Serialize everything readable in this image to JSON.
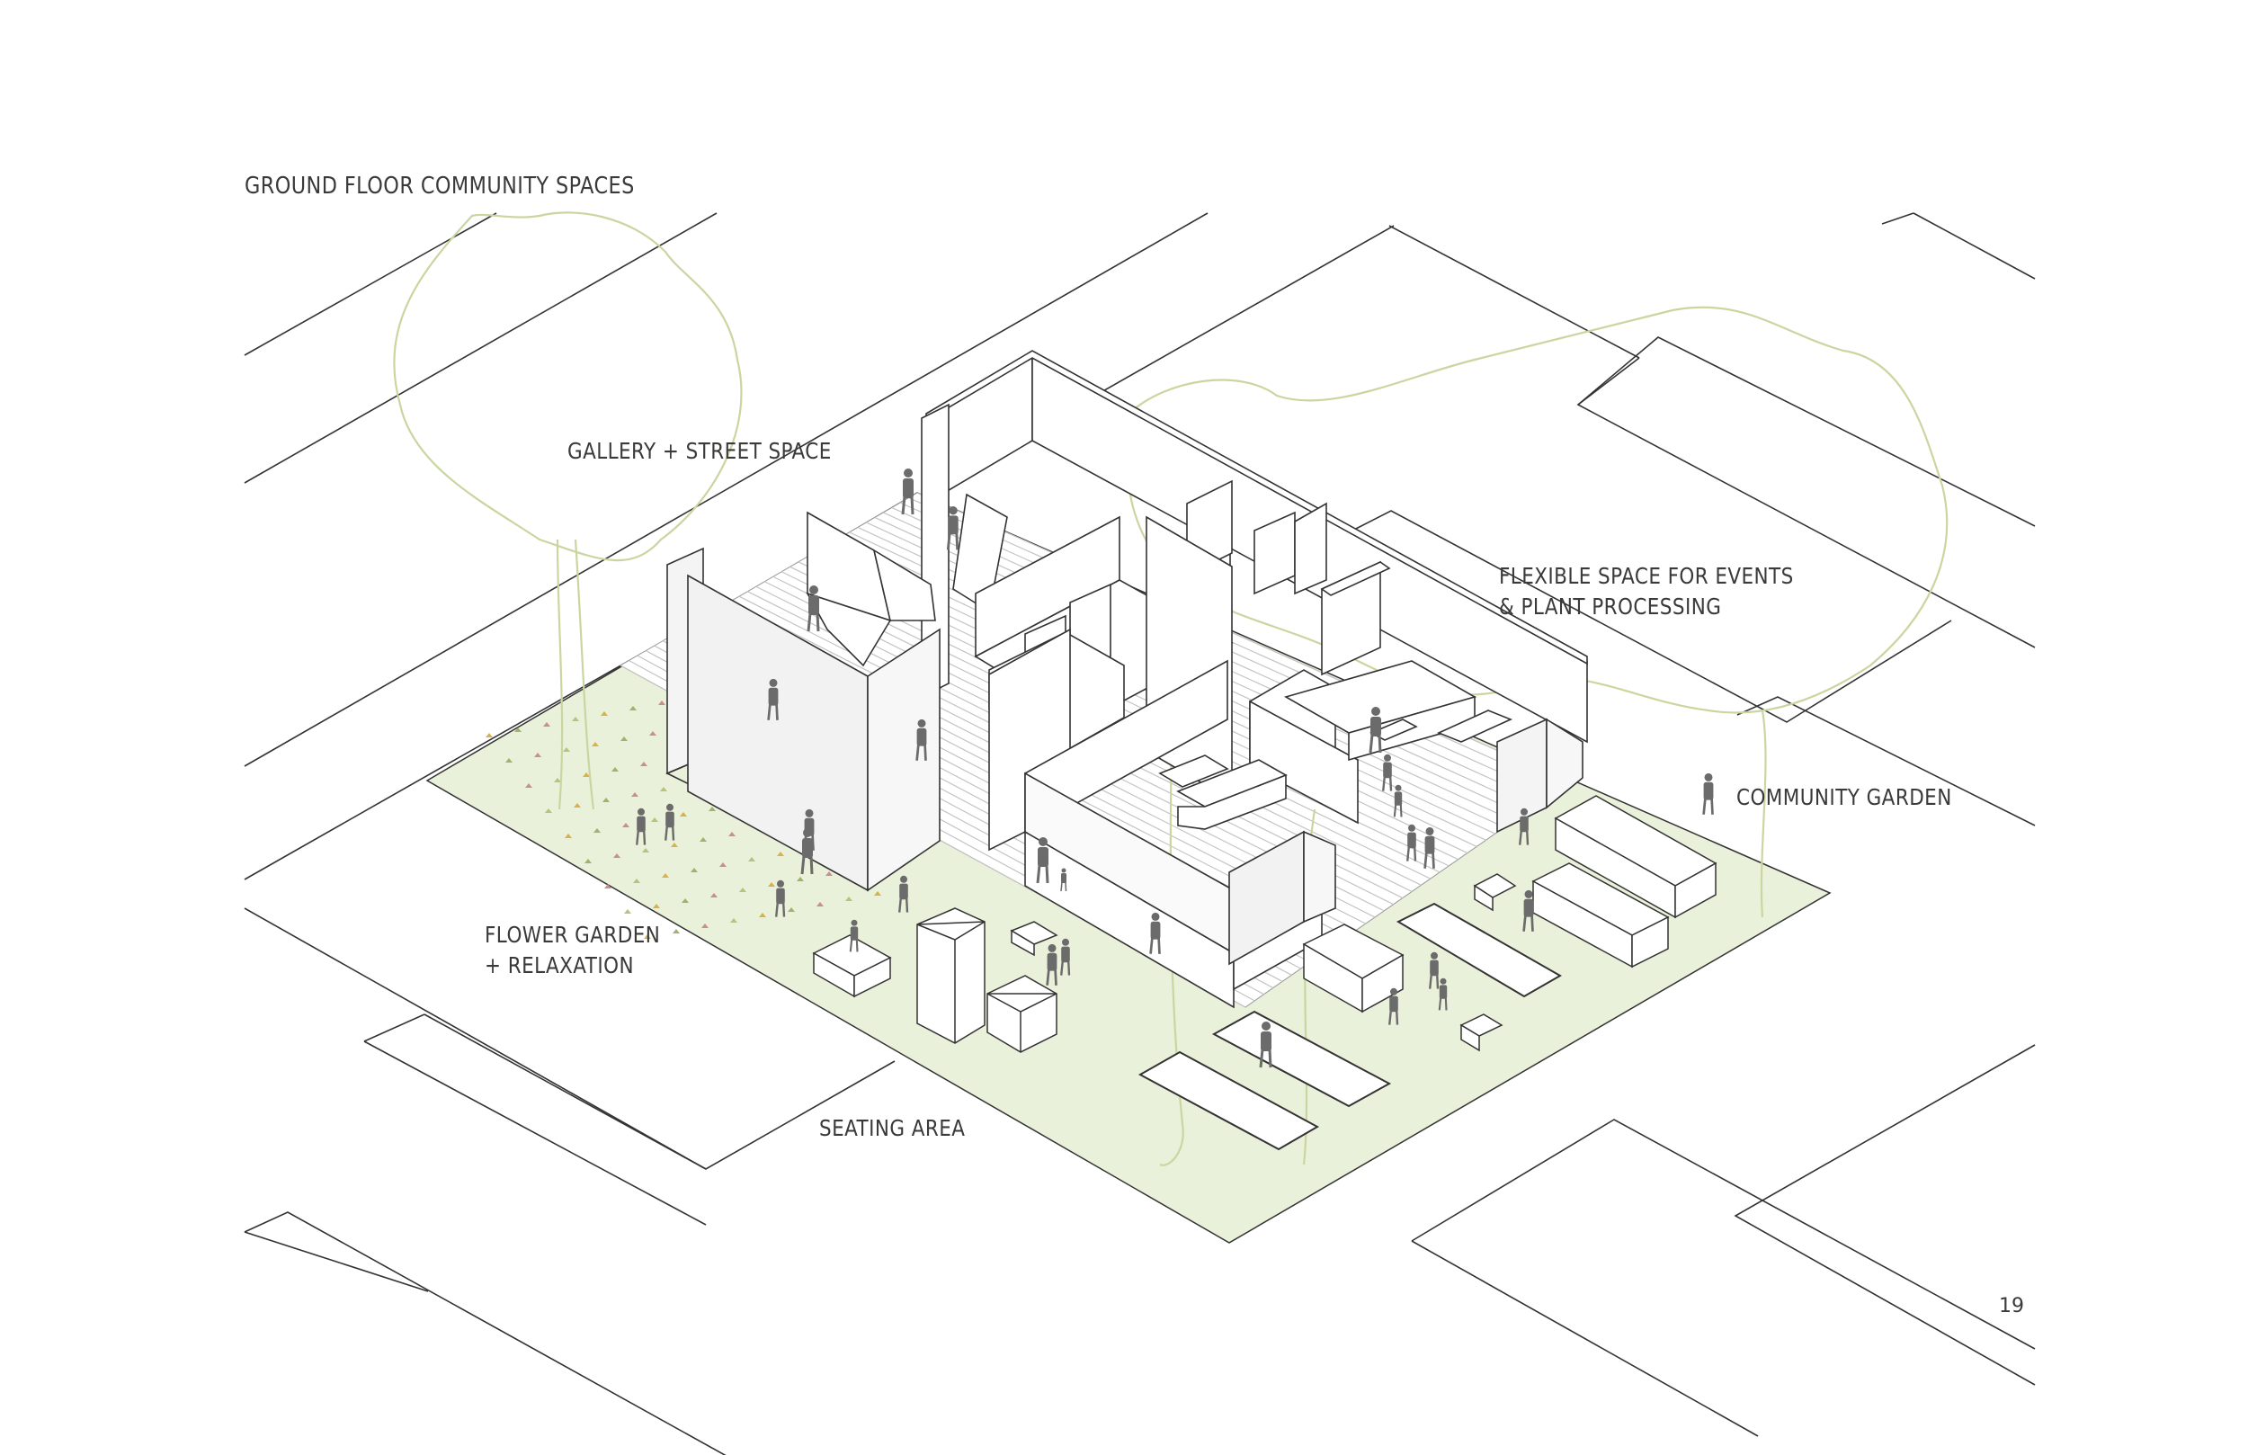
{
  "title": "GROUND FLOOR COMMUNITY SPACES",
  "labels": {
    "gallery": "GALLERY + STREET SPACE",
    "flexible_1": "FLEXIBLE SPACE FOR EVENTS",
    "flexible_2": "& PLANT PROCESSING",
    "community_garden": "COMMUNITY GARDEN",
    "flower_1": "FLOWER GARDEN",
    "flower_2": "+ RELAXATION",
    "seating": "SEATING AREA"
  },
  "page_number": "19",
  "colors": {
    "line": "#333333",
    "ground": "#e9f1da",
    "tree": "#c9d6a0",
    "wall": "#ffffff",
    "deck": "#bdbdbd",
    "people": "#6b6b6b"
  }
}
